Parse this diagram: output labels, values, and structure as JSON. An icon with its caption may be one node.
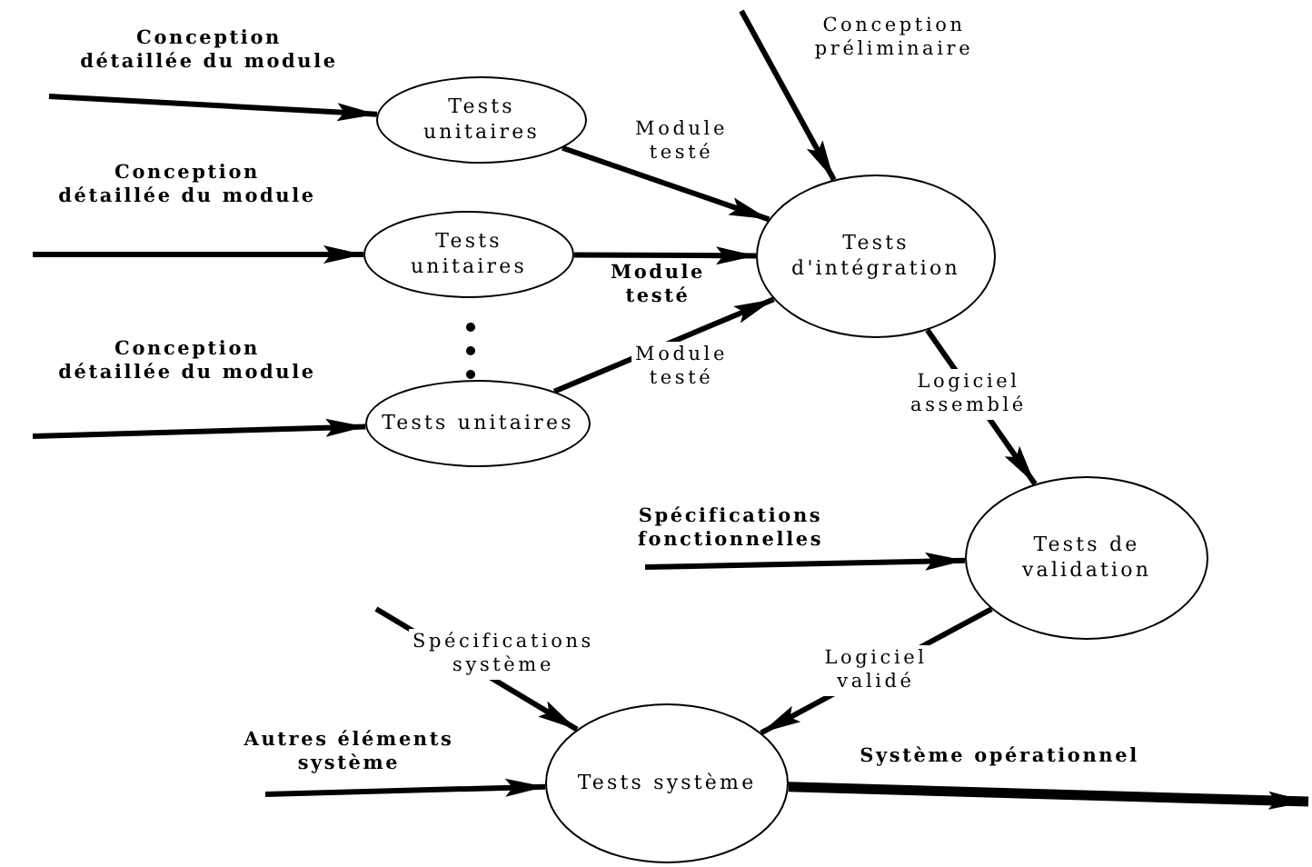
{
  "diagram": {
    "nodes": [
      {
        "text": [
          "Tests unitaires"
        ]
      },
      {
        "text": [
          "Tests unitaires"
        ]
      },
      {
        "text": [
          "Tests unitaires"
        ]
      },
      {
        "text": [
          "Tests d'intégration"
        ]
      },
      {
        "text": [
          "Tests de validation"
        ]
      },
      {
        "text": [
          "Tests système"
        ]
      }
    ],
    "edges": [
      {
        "from": null,
        "to": 0,
        "arrow": "to",
        "label": "Conception détaillée du module"
      },
      {
        "from": null,
        "to": 1,
        "arrow": "to",
        "label": "Conception détaillée du module"
      },
      {
        "from": null,
        "to": 2,
        "arrow": "to",
        "label": "Conception détaillée du module"
      },
      {
        "from": 0,
        "to": 3,
        "arrow": "to",
        "label": "Module testé"
      },
      {
        "from": 1,
        "to": 3,
        "arrow": "to",
        "label": "Module testé"
      },
      {
        "from": 2,
        "to": 3,
        "arrow": "to",
        "label": "Module testé"
      },
      {
        "from": null,
        "to": 3,
        "arrow": "to",
        "label": "Conception préliminaire"
      },
      {
        "from": 3,
        "to": 4,
        "arrow": "to",
        "label": "Logiciel assemblé"
      },
      {
        "from": null,
        "to": 4,
        "arrow": "to",
        "label": "Spécifications fonctionnelles"
      },
      {
        "from": 4,
        "to": 5,
        "arrow": "to",
        "label": "Logiciel validé"
      },
      {
        "from": null,
        "to": 5,
        "arrow": "to",
        "label": "Spécifications système"
      },
      {
        "from": null,
        "to": 5,
        "arrow": "to",
        "label": "Autres éléments système"
      },
      {
        "from": 5,
        "to": null,
        "arrow": "to",
        "label": "Système opérationnel",
        "style": "thick"
      }
    ]
  }
}
